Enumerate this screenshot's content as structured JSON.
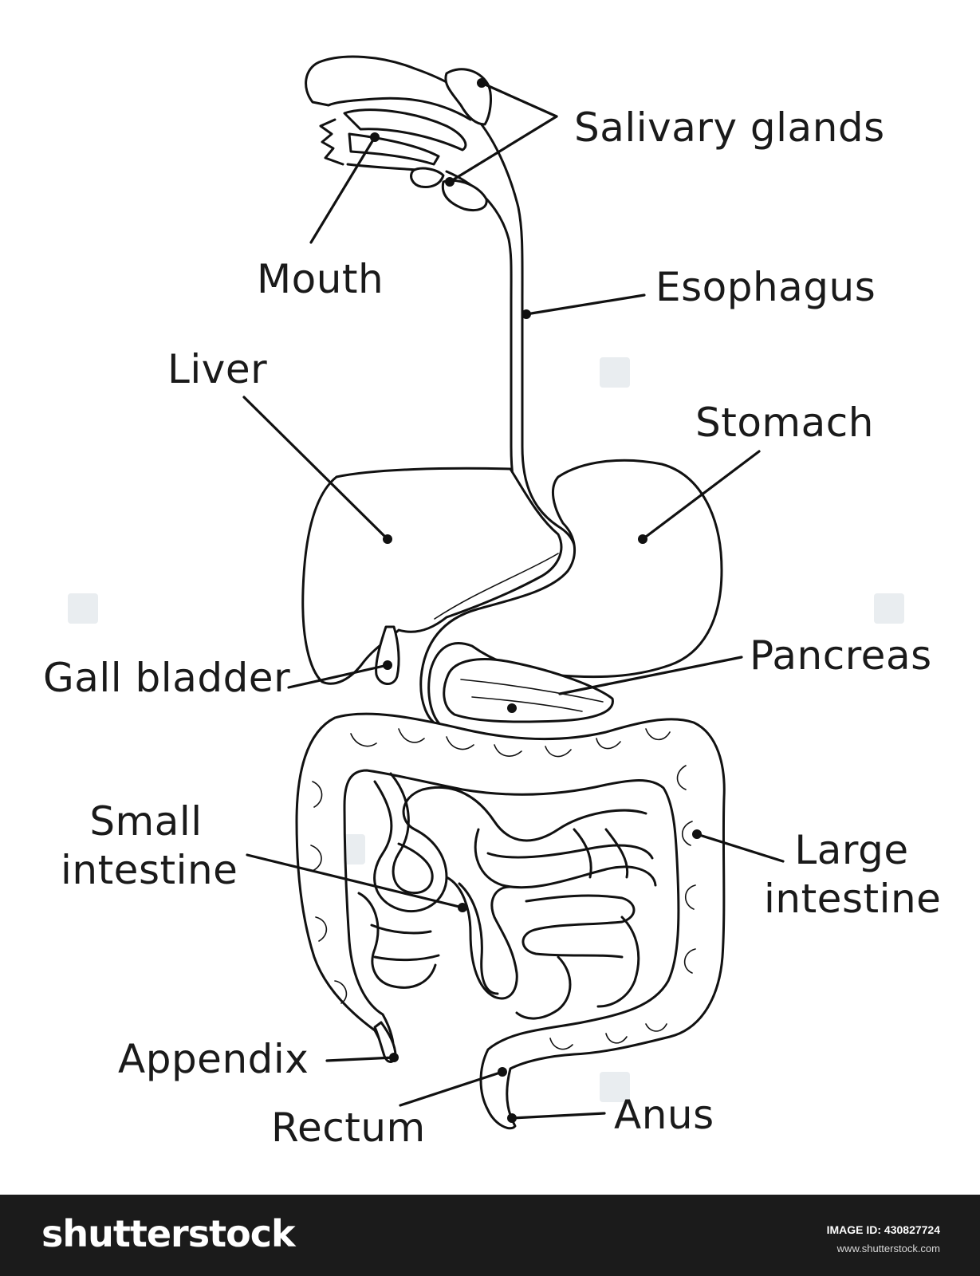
{
  "labels": {
    "salivary_glands": "Salivary glands",
    "mouth": "Mouth",
    "esophagus": "Esophagus",
    "liver": "Liver",
    "stomach": "Stomach",
    "gall_bladder": "Gall bladder",
    "pancreas": "Pancreas",
    "small_intestine": [
      "Small",
      "intestine"
    ],
    "large_intestine": [
      "Large",
      "intestine"
    ],
    "appendix": "Appendix",
    "rectum": "Rectum",
    "anus": "Anus"
  },
  "footer": {
    "brand": "shutterstock",
    "image_id_label": "IMAGE ID:",
    "image_id": "430827724",
    "url": "www.shutterstock.com"
  },
  "colors": {
    "ink": "#111111",
    "footer_bg": "#1b1b1b",
    "watermark": "#e9edf0"
  }
}
